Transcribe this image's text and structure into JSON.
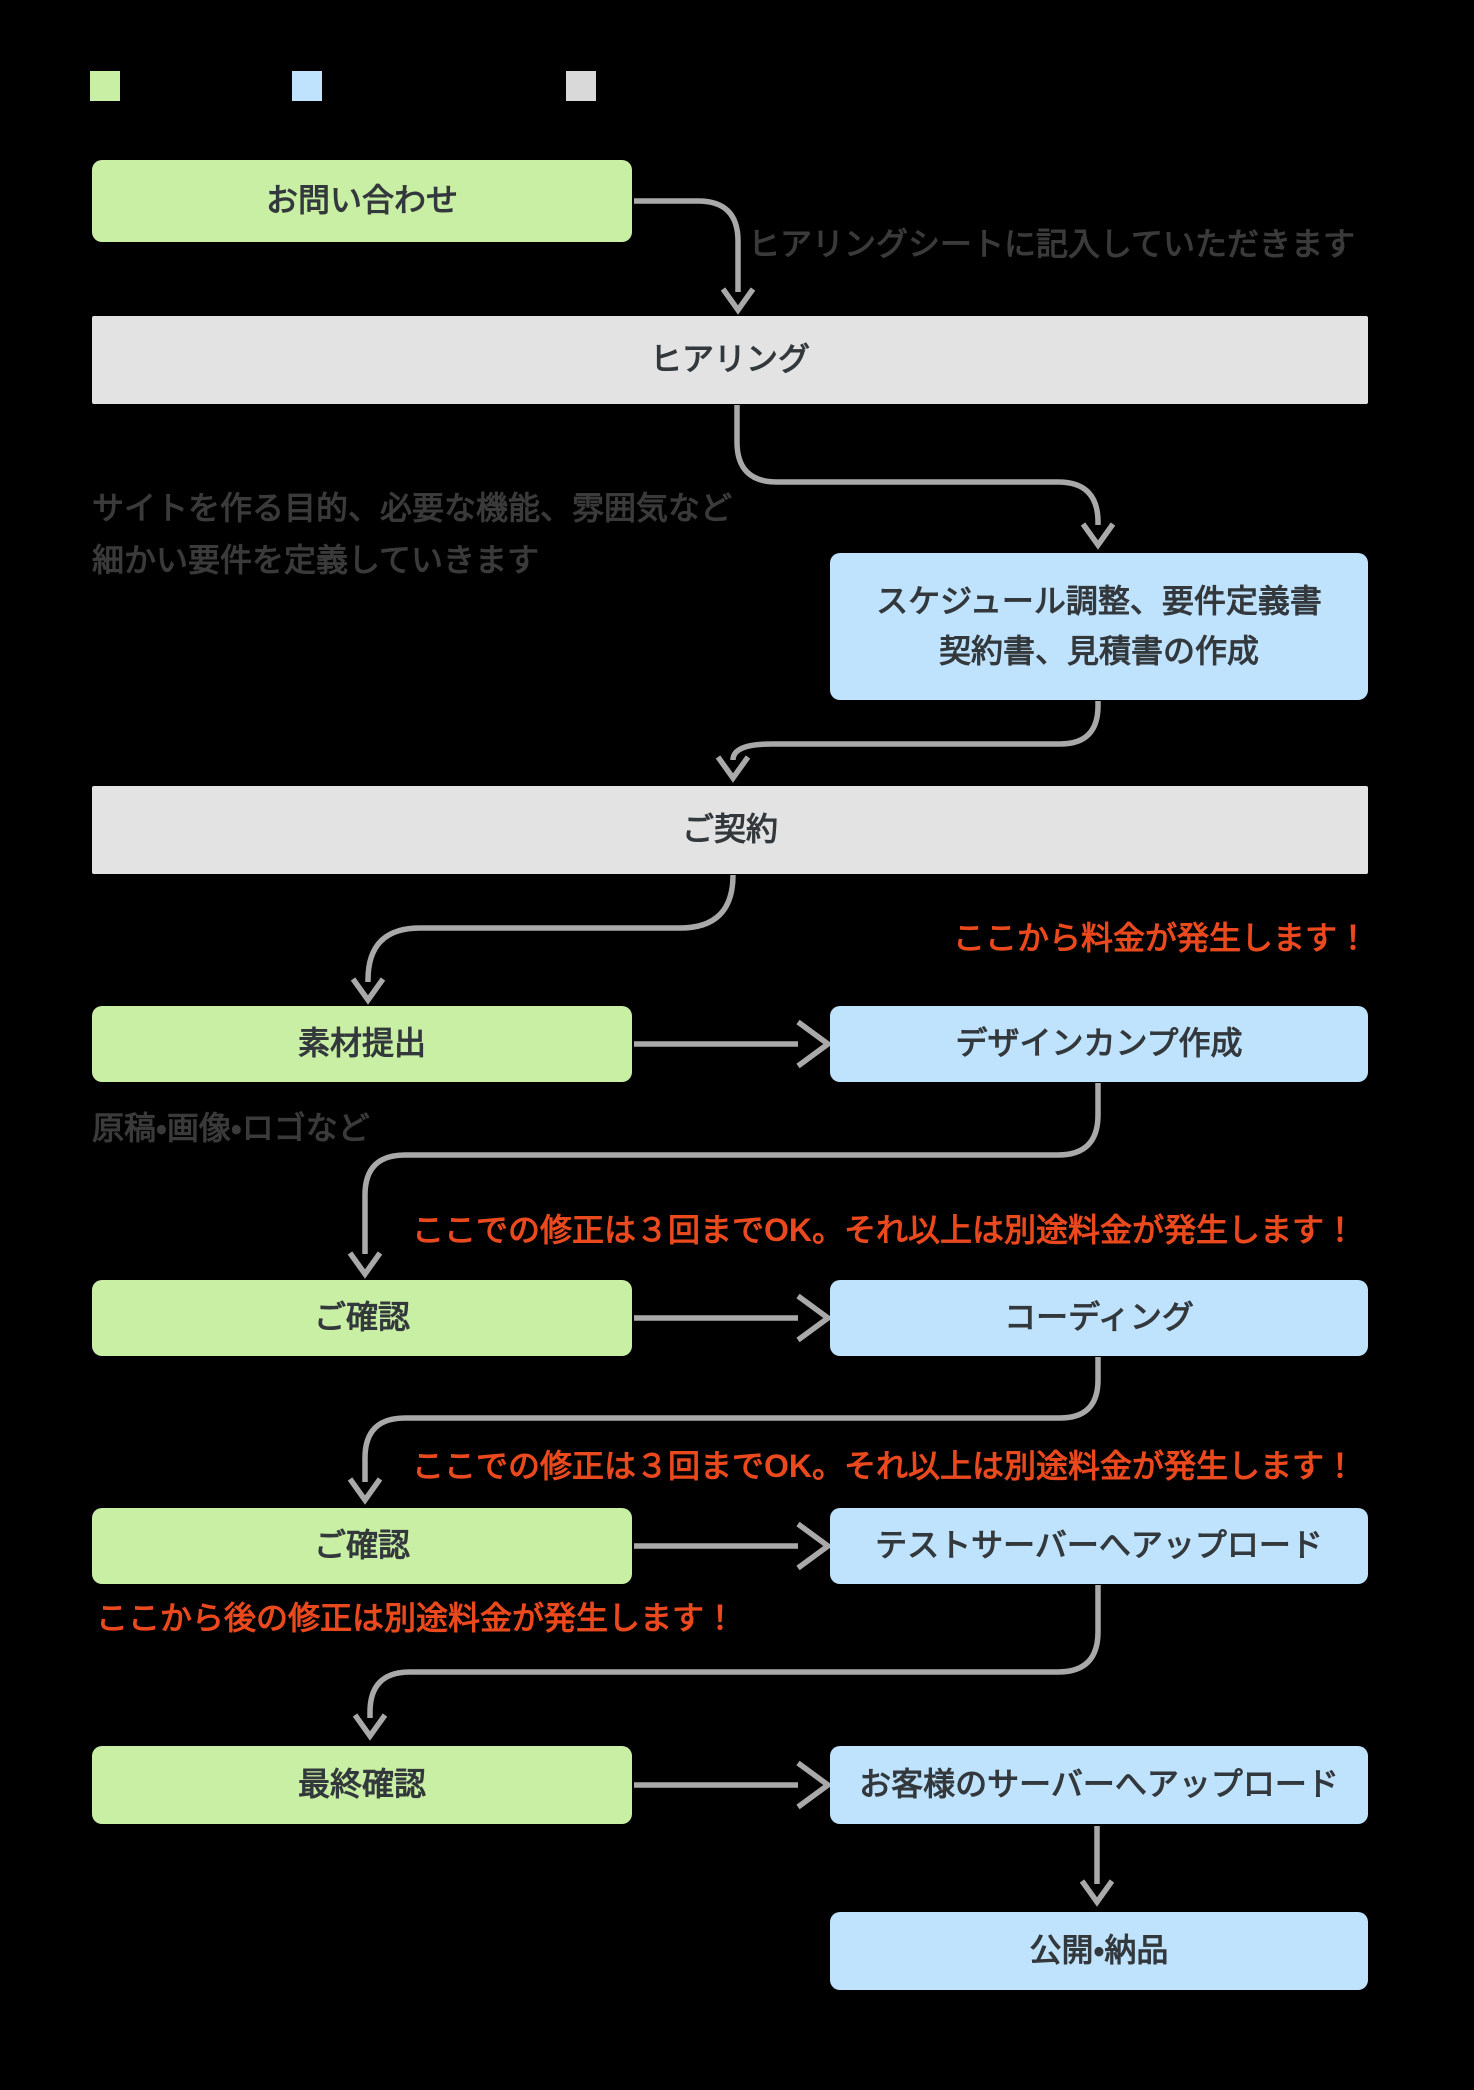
{
  "colors": {
    "background": "#000000",
    "green_box": "#c8efa3",
    "blue_box": "#bfe3fc",
    "gray_box": "#e3e3e3",
    "legend_gray": "#d9d9d9",
    "arrow": "#a9a9a9",
    "box_text": "#33383c",
    "note_text": "#3a3a3a",
    "alert_text": "#ea481d"
  },
  "legend": {
    "swatches": [
      {
        "id": "green",
        "color": "#c8efa3"
      },
      {
        "id": "blue",
        "color": "#bfe3fc"
      },
      {
        "id": "gray",
        "color": "#d9d9d9"
      }
    ]
  },
  "nodes": [
    {
      "id": "inquiry",
      "type": "green",
      "label": "お問い合わせ"
    },
    {
      "id": "hearing",
      "type": "gray",
      "label": "ヒアリング"
    },
    {
      "id": "schedule",
      "type": "blue",
      "lines": [
        "スケジュール調整、要件定義書",
        "契約書、見積書の作成"
      ]
    },
    {
      "id": "contract",
      "type": "gray",
      "label": "ご契約"
    },
    {
      "id": "materials",
      "type": "green",
      "label": "素材提出"
    },
    {
      "id": "design-comp",
      "type": "blue",
      "label": "デザインカンプ作成"
    },
    {
      "id": "check-1",
      "type": "green",
      "label": "ご確認"
    },
    {
      "id": "coding",
      "type": "blue",
      "label": "コーディング"
    },
    {
      "id": "check-2",
      "type": "green",
      "label": "ご確認"
    },
    {
      "id": "test-upload",
      "type": "blue",
      "label": "テストサーバーへアップロード"
    },
    {
      "id": "final-check",
      "type": "green",
      "label": "最終確認"
    },
    {
      "id": "client-upload",
      "type": "blue",
      "label": "お客様のサーバーへアップロード"
    },
    {
      "id": "release",
      "type": "blue",
      "label": "公開・納品"
    }
  ],
  "annotations": [
    {
      "id": "hearing-sheet-note",
      "kind": "gray",
      "text": "ヒアリングシートに記入していただきます"
    },
    {
      "id": "requirements-note-line1",
      "kind": "gray",
      "text": "サイトを作る目的、必要な機能、雰囲気など"
    },
    {
      "id": "requirements-note-line2",
      "kind": "gray",
      "text": "細かい要件を定義していきます"
    },
    {
      "id": "materials-note",
      "kind": "gray",
      "text": "原稿・画像・ロゴなど"
    },
    {
      "id": "fee-start-note",
      "kind": "red",
      "text": "ここから料金が発生します！"
    },
    {
      "id": "design-revision-note",
      "kind": "red",
      "text": "ここでの修正は３回までOK。それ以上は別途料金が発生します！"
    },
    {
      "id": "coding-revision-note",
      "kind": "red",
      "text": "ここでの修正は３回までOK。それ以上は別途料金が発生します！"
    },
    {
      "id": "paid-revision-note",
      "kind": "red",
      "text": "ここから後の修正は別途料金が発生します！"
    }
  ]
}
